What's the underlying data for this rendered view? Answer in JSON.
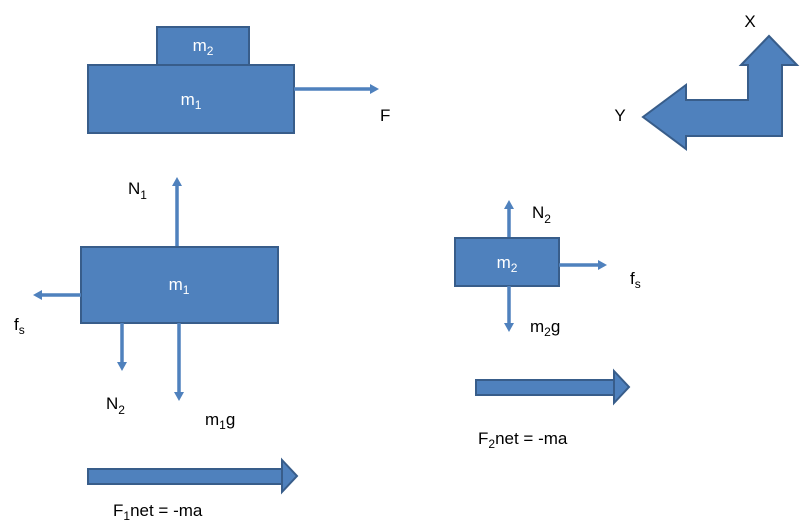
{
  "colors": {
    "fill": "#4f81bd",
    "stroke": "#385d8a",
    "block_text": "#ffffff",
    "label_text": "#000000",
    "background": "#ffffff"
  },
  "system": {
    "top_block": {
      "base": "m",
      "sub": "2"
    },
    "bottom_block": {
      "base": "m",
      "sub": "1"
    },
    "force_label": "F"
  },
  "axes": {
    "x_label": "X",
    "y_label": "Y",
    "icon": "bent-arrow-icon"
  },
  "fbd1": {
    "block": {
      "base": "m",
      "sub": "1"
    },
    "normal_up": {
      "base": "N",
      "sub": "1"
    },
    "friction": {
      "base": "f",
      "sub": "s"
    },
    "normal_down": {
      "base": "N",
      "sub": "2"
    },
    "weight": {
      "base": "m",
      "sub": "1",
      "tail": "g"
    },
    "net": {
      "base": "F",
      "sub": "1",
      "tail": "net = -ma"
    }
  },
  "fbd2": {
    "block": {
      "base": "m",
      "sub": "2"
    },
    "normal_up": {
      "base": "N",
      "sub": "2"
    },
    "friction": {
      "base": "f",
      "sub": "s"
    },
    "weight": {
      "base": "m",
      "sub": "2",
      "tail": "g"
    },
    "net": {
      "base": "F",
      "sub": "2",
      "tail": "net = -ma"
    }
  }
}
